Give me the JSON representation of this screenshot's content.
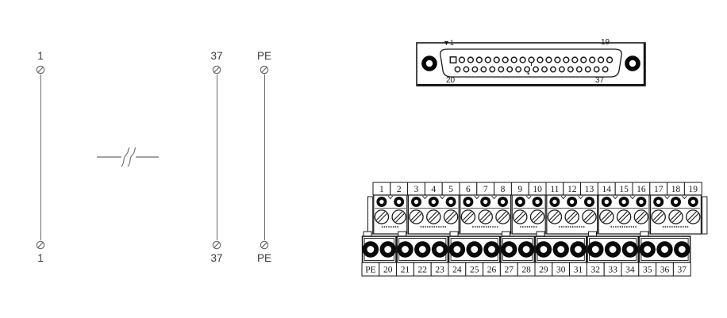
{
  "schematic": {
    "wires": [
      {
        "top_label": "1",
        "bottom_label": "1"
      },
      {
        "top_label": "37",
        "bottom_label": "37"
      },
      {
        "top_label": "PE",
        "bottom_label": "PE"
      }
    ]
  },
  "connector": {
    "pin1_marker": "▼1",
    "top_right_label": "19",
    "bottom_left_label": "20",
    "bottom_right_label": "37",
    "top_pin_count": 19,
    "bottom_pin_count": 18
  },
  "terminal_block": {
    "top_row": {
      "labels": [
        "1",
        "2",
        "3",
        "4",
        "5",
        "6",
        "7",
        "8",
        "9",
        "10",
        "11",
        "12",
        "13",
        "14",
        "15",
        "16",
        "17",
        "18",
        "19"
      ],
      "groups": [
        2,
        3,
        3,
        2,
        3,
        3,
        3
      ]
    },
    "bottom_row": {
      "labels": [
        "PE",
        "20",
        "21",
        "22",
        "23",
        "24",
        "25",
        "26",
        "27",
        "28",
        "29",
        "30",
        "31",
        "32",
        "33",
        "34",
        "35",
        "36",
        "37"
      ],
      "groups": [
        2,
        3,
        3,
        2,
        3,
        3,
        3
      ]
    }
  },
  "colors": {
    "schematic_line": "#6a6a6a",
    "schematic_text": "#3a3a3a",
    "drawing_line": "#1a1a1a",
    "drawing_fill": "#0a0a0a",
    "background": "#ffffff"
  }
}
